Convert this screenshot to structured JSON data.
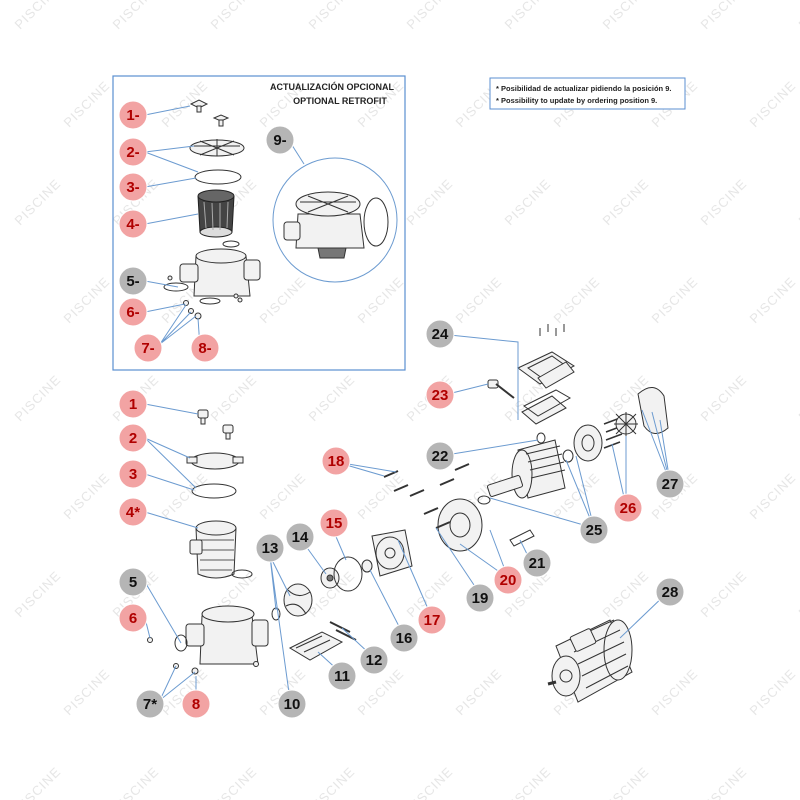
{
  "retrofit_box": {
    "title_es": "ACTUALIZACIÓN OPCIONAL",
    "title_en": "OPTIONAL RETROFIT"
  },
  "note": {
    "line_es": "* Posibilidad de actualizar pidiendo la posición 9.",
    "line_en": "* Possibility to update by ordering position 9."
  },
  "watermark": "PISCINE",
  "callouts_retrofit": [
    {
      "label": "1-",
      "style": "red"
    },
    {
      "label": "2-",
      "style": "red"
    },
    {
      "label": "3-",
      "style": "red"
    },
    {
      "label": "4-",
      "style": "red"
    },
    {
      "label": "5-",
      "style": "gray"
    },
    {
      "label": "6-",
      "style": "red"
    },
    {
      "label": "7-",
      "style": "red"
    },
    {
      "label": "8-",
      "style": "red"
    },
    {
      "label": "9-",
      "style": "gray"
    }
  ],
  "callouts_main": [
    {
      "label": "1",
      "style": "red"
    },
    {
      "label": "2",
      "style": "red"
    },
    {
      "label": "3",
      "style": "red"
    },
    {
      "label": "4*",
      "style": "red"
    },
    {
      "label": "5",
      "style": "gray"
    },
    {
      "label": "6",
      "style": "red"
    },
    {
      "label": "7*",
      "style": "gray"
    },
    {
      "label": "8",
      "style": "red"
    },
    {
      "label": "10",
      "style": "gray"
    },
    {
      "label": "11",
      "style": "gray"
    },
    {
      "label": "12",
      "style": "gray"
    },
    {
      "label": "13",
      "style": "gray"
    },
    {
      "label": "14",
      "style": "gray"
    },
    {
      "label": "15",
      "style": "red"
    },
    {
      "label": "16",
      "style": "gray"
    },
    {
      "label": "17",
      "style": "red"
    },
    {
      "label": "18",
      "style": "red"
    },
    {
      "label": "19",
      "style": "gray"
    },
    {
      "label": "20",
      "style": "red"
    },
    {
      "label": "21",
      "style": "gray"
    },
    {
      "label": "22",
      "style": "gray"
    },
    {
      "label": "23",
      "style": "red"
    },
    {
      "label": "24",
      "style": "gray"
    },
    {
      "label": "25",
      "style": "gray"
    },
    {
      "label": "26",
      "style": "red"
    },
    {
      "label": "27",
      "style": "gray"
    },
    {
      "label": "28",
      "style": "gray"
    }
  ],
  "colors": {
    "callout_red": "#f2a3a3",
    "callout_gray": "#b5b5b5",
    "leader": "#6c9bd0",
    "box_border": "#5b8fd0"
  }
}
